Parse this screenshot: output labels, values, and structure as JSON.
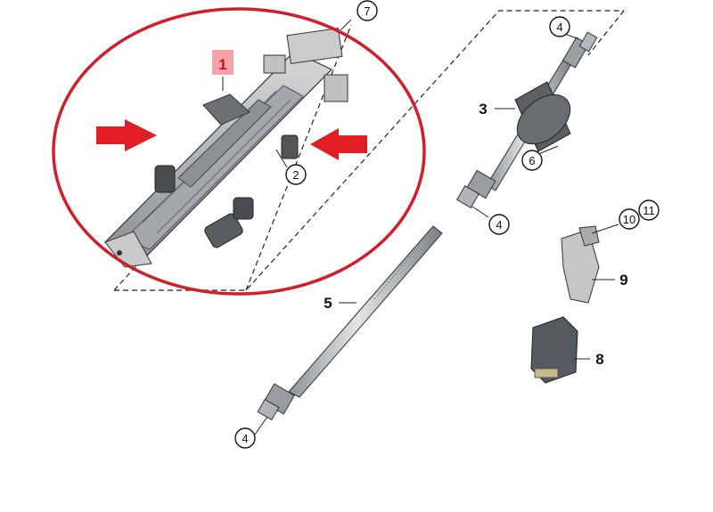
{
  "diagram": {
    "callouts": {
      "c1": "1",
      "c2": "2",
      "c3": "3",
      "c4a": "4",
      "c4b": "4",
      "c4c": "4",
      "c5": "5",
      "c6": "6",
      "c7": "7",
      "c8": "8",
      "c9": "9",
      "c10": "10",
      "c11": "11"
    },
    "colors": {
      "highlight_ellipse": "#d01f2a",
      "arrow": "#e01e24",
      "label_highlight_bg": "#f4a3a6",
      "part_fill": "#b9bcbf",
      "part_dark": "#4a4d50",
      "line": "#222222"
    },
    "icons": [
      "red-arrow-right",
      "red-arrow-left"
    ]
  }
}
